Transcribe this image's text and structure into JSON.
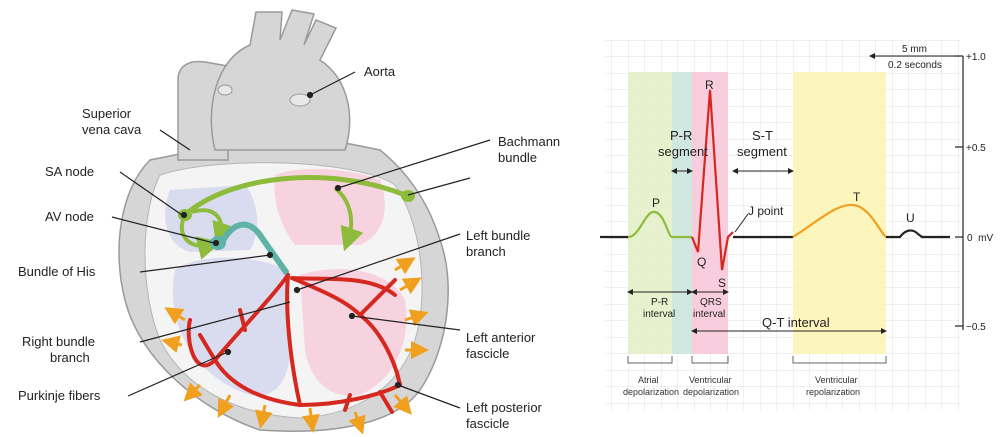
{
  "heart_labels": {
    "aorta": "Aorta",
    "superior_vena_cava_1": "Superior",
    "superior_vena_cava_2": "vena cava",
    "sa_node": "SA node",
    "av_node": "AV node",
    "bundle_of_his": "Bundle of His",
    "right_bundle_1": "Right bundle",
    "right_bundle_2": "branch",
    "purkinje": "Purkinje fibers",
    "bachmann_1": "Bachmann",
    "bachmann_2": "bundle",
    "left_bundle_1": "Left bundle",
    "left_bundle_2": "branch",
    "left_anterior_1": "Left anterior",
    "left_anterior_2": "fascicle",
    "left_posterior_1": "Left posterior",
    "left_posterior_2": "fascicle"
  },
  "ecg": {
    "scale_mm": "5 mm",
    "scale_time": "0.2 seconds",
    "mv_ticks": [
      "+1.0",
      "+0.5",
      "0  mV",
      "−0.5"
    ],
    "waves": {
      "p": "P",
      "q": "Q",
      "r": "R",
      "s": "S",
      "t": "T",
      "u": "U"
    },
    "j_point": "J point",
    "pr_segment_1": "P-R",
    "pr_segment_2": "segment",
    "st_segment_1": "S-T",
    "st_segment_2": "segment",
    "pr_interval_1": "P-R",
    "pr_interval_2": "interval",
    "qrs_interval_1": "QRS",
    "qrs_interval_2": "interval",
    "qt_interval": "Q-T interval",
    "atrial_1": "Atrial",
    "atrial_2": "depolarization",
    "ventricular_dep_1": "Ventricular",
    "ventricular_dep_2": "depolarization",
    "ventricular_rep_1": "Ventricular",
    "ventricular_rep_2": "repolarization"
  },
  "colors": {
    "conduction_green": "#8dbb3c",
    "his_teal": "#5fb3a6",
    "purkinje_red": "#d6281f",
    "arrow_orange": "#f0a01e",
    "atrial_band": "#e3efc6",
    "pr_band": "#c9e4dc",
    "qrs_band": "#f7c6d8",
    "t_band": "#fbf3b0"
  }
}
